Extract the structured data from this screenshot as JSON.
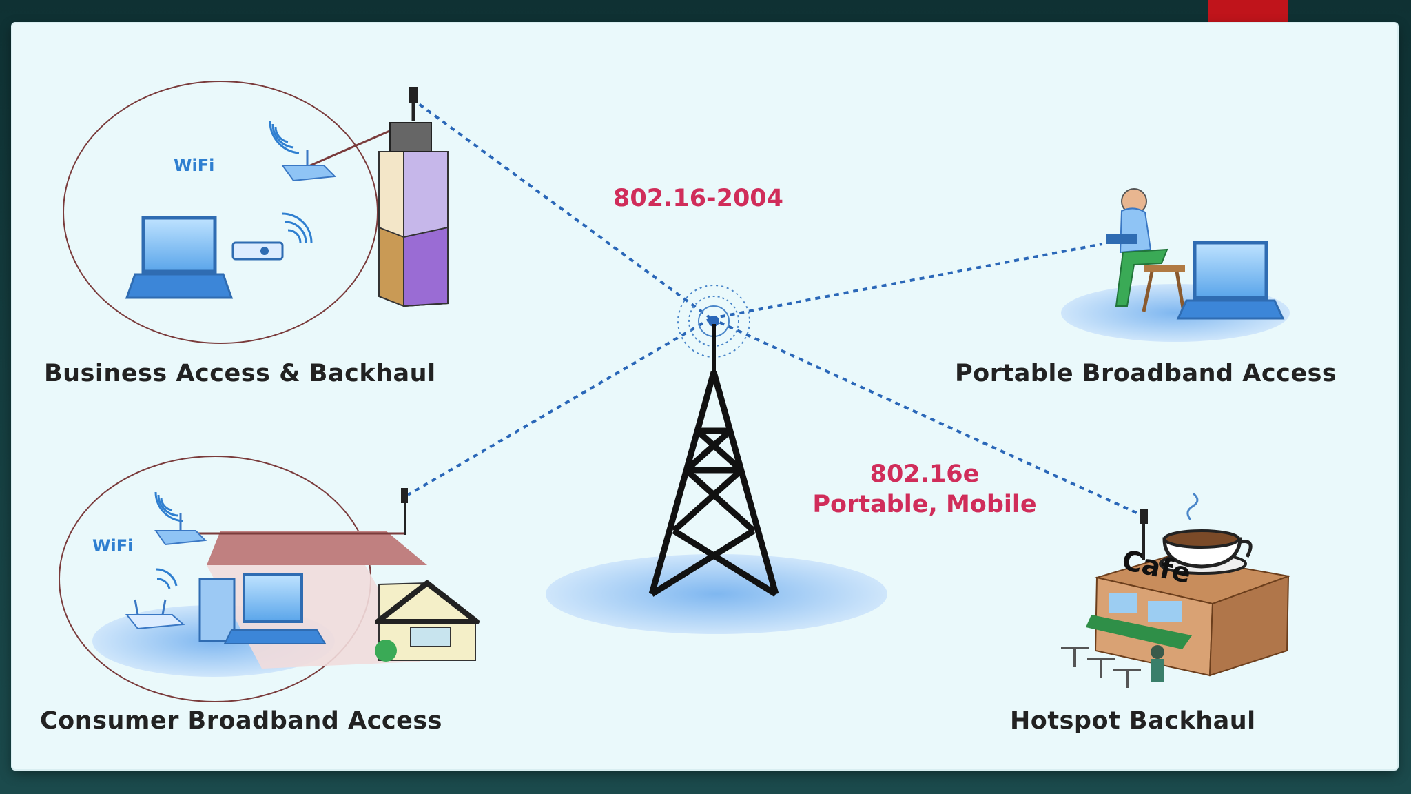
{
  "labels": {
    "business": "Business Access & Backhaul",
    "portable": "Portable Broadband Access",
    "consumer": "Consumer Broadband Access",
    "hotspot": "Hotspot Backhaul",
    "wifi_business": "WiFi",
    "wifi_consumer": "WiFi",
    "cafe_sign": "Cafe"
  },
  "standards": {
    "fixed": "802.16-2004",
    "mobile_line1": "802.16e",
    "mobile_line2": "Portable, Mobile"
  },
  "icons": [
    "tower-icon",
    "building-icon",
    "house-icon",
    "cafe-icon",
    "laptop-icon",
    "router-icon",
    "desktop-icon",
    "person-icon",
    "antenna-icon",
    "wifi-waves-icon",
    "coffee-cup-icon"
  ],
  "colors": {
    "link": "#2a67b8",
    "standard_text": "#d02d5a",
    "label_text": "#222222",
    "panel": "#eaf9fb",
    "accent_red": "#c0141b"
  }
}
